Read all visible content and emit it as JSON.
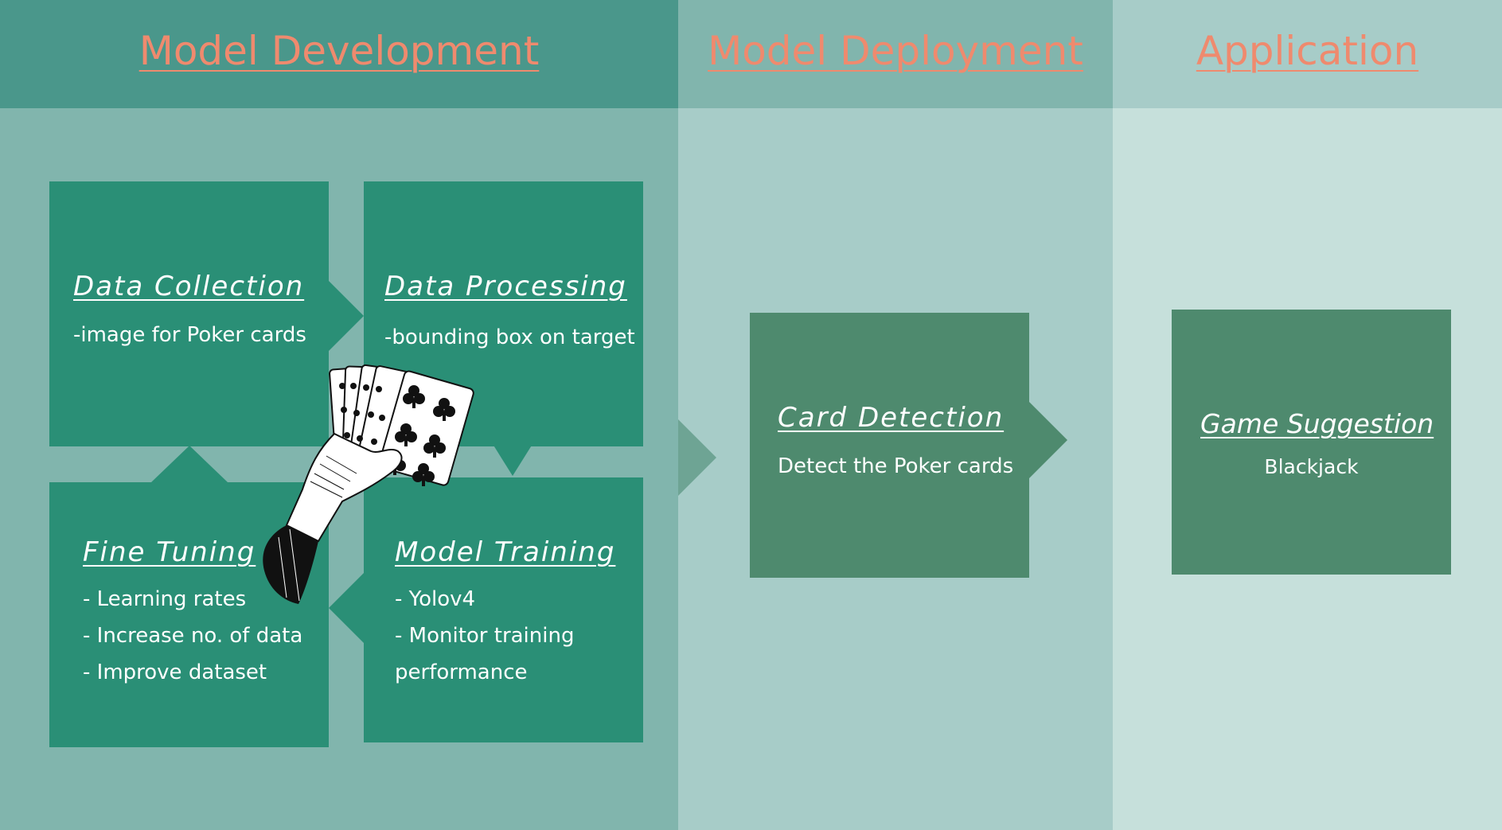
{
  "columns": {
    "development": {
      "title": "Model Development"
    },
    "deployment": {
      "title": "Model Deployment"
    },
    "application": {
      "title": "Application"
    }
  },
  "steps": {
    "data_collection": {
      "title": "Data Collection ",
      "text": "-image for Poker cards"
    },
    "data_processing": {
      "title": "Data Processing",
      "text": "-bounding box on target"
    },
    "fine_tuning": {
      "title": "Fine Tuning ",
      "items": [
        "- Learning rates",
        "- Increase no. of data",
        "- Improve dataset"
      ]
    },
    "model_training": {
      "title": "Model Training",
      "items": [
        "- Yolov4",
        "- Monitor training",
        "performance"
      ]
    },
    "card_detection": {
      "title": "Card Detection",
      "text": "Detect the Poker cards"
    },
    "game_suggestion": {
      "title": "Game Suggestion",
      "text": "Blackjack"
    }
  },
  "icons": {
    "illustration": "hand-holding-cards-icon",
    "arrow": "chevron-arrow-icon"
  },
  "colors": {
    "heading": "#ef8a6e",
    "dev_box": "#2a8f76",
    "deploy_box": "#4e8a6e",
    "dev_header": "#4a978b",
    "dev_bg": "#81b5ad",
    "deploy_bg": "#a7ccc8",
    "app_bg": "#c6e0db"
  }
}
